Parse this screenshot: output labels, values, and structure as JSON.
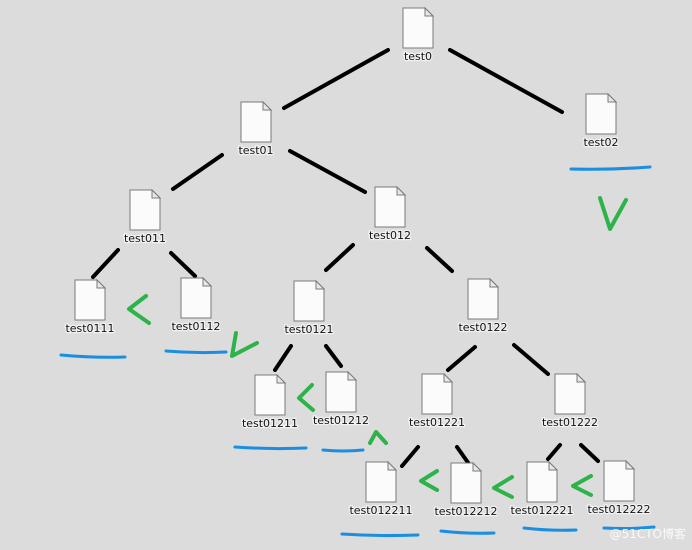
{
  "nodes": [
    {
      "id": "test0",
      "label": "test0"
    },
    {
      "id": "test01",
      "label": "test01"
    },
    {
      "id": "test02",
      "label": "test02"
    },
    {
      "id": "test011",
      "label": "test011"
    },
    {
      "id": "test012",
      "label": "test012"
    },
    {
      "id": "test0111",
      "label": "test0111"
    },
    {
      "id": "test0112",
      "label": "test0112"
    },
    {
      "id": "test0121",
      "label": "test0121"
    },
    {
      "id": "test0122",
      "label": "test0122"
    },
    {
      "id": "test01211",
      "label": "test01211"
    },
    {
      "id": "test01212",
      "label": "test01212"
    },
    {
      "id": "test01221",
      "label": "test01221"
    },
    {
      "id": "test01222",
      "label": "test01222"
    },
    {
      "id": "test012211",
      "label": "test012211"
    },
    {
      "id": "test012212",
      "label": "test012212"
    },
    {
      "id": "test012221",
      "label": "test012221"
    },
    {
      "id": "test012222",
      "label": "test012222"
    }
  ],
  "edges": [
    [
      "test0",
      "test01"
    ],
    [
      "test0",
      "test02"
    ],
    [
      "test01",
      "test011"
    ],
    [
      "test01",
      "test012"
    ],
    [
      "test011",
      "test0111"
    ],
    [
      "test011",
      "test0112"
    ],
    [
      "test012",
      "test0121"
    ],
    [
      "test012",
      "test0122"
    ],
    [
      "test0121",
      "test01211"
    ],
    [
      "test0121",
      "test01212"
    ],
    [
      "test0122",
      "test01221"
    ],
    [
      "test0122",
      "test01222"
    ],
    [
      "test01221",
      "test012211"
    ],
    [
      "test01221",
      "test012212"
    ],
    [
      "test01222",
      "test012221"
    ],
    [
      "test01222",
      "test012222"
    ]
  ],
  "underlined": [
    "test02",
    "test0111",
    "test0112",
    "test01211",
    "test01212",
    "test012211",
    "test012212",
    "test012221",
    "test012222"
  ],
  "marks": [
    {
      "type": "down-check",
      "near": "test02"
    },
    {
      "type": "left-chevron",
      "near": "test0111"
    },
    {
      "type": "up-caret",
      "near": "test0112"
    },
    {
      "type": "left-chevron",
      "near": "test01211"
    },
    {
      "type": "up-caret",
      "near": "test01212"
    },
    {
      "type": "left-chevron",
      "near": "test012211"
    },
    {
      "type": "left-chevron",
      "near": "test012212"
    },
    {
      "type": "left-chevron",
      "near": "test012221"
    }
  ],
  "colors": {
    "background": "#dcdcdc",
    "edge": "#000000",
    "underline": "#1a8fe0",
    "mark": "#2db34a"
  },
  "icon": "file-icon",
  "watermark": "@51CTO博客"
}
